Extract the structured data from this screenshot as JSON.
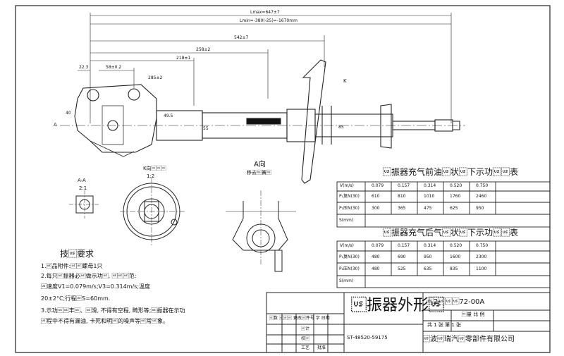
{
  "dimensions": {
    "lmax": "Lmax=647±7",
    "lmin": "Lmin=-380(-25)=-1670mm",
    "d542": "542±7",
    "d258": "258±2",
    "d218": "218±1",
    "d22_3": "22.3",
    "d584": "58±0.2",
    "d285": "285±2",
    "k": "K",
    "a": "A",
    "d40": "40",
    "d49": "49.5",
    "d55": "55",
    "d85": "85"
  },
  "views": {
    "aa_title": "A-A",
    "aa_scale": "2:1",
    "k_title": "K向\u001f\u001f\u001f",
    "k_scale": "1:2",
    "a_title": "A向",
    "a_sub": "移去\u001f簧\u001f"
  },
  "table1": {
    "title": "\u001f振器充气前油\u001f状\u001f下示功\u001f\u001f表",
    "header": [
      "V(m/s)",
      "0.079",
      "0.157",
      "0.314",
      "0.520",
      "0.750"
    ],
    "rows": [
      {
        "label": "P₁复N(30)",
        "values": [
          "610",
          "810",
          "1010",
          "1760",
          "2460"
        ]
      },
      {
        "label": "P₁压N(30)",
        "values": [
          "300",
          "365",
          "475",
          "625",
          "950"
        ]
      },
      {
        "label": "S(mm)",
        "values": [
          "",
          "",
          "",
          "",
          ""
        ]
      }
    ]
  },
  "table2": {
    "title": "\u001f振器充气后气\u001f状\u001f下示功\u001f\u001f表",
    "header": [
      "V(m/s)",
      "0.079",
      "0.157",
      "0.314",
      "0.520",
      "0.750"
    ],
    "rows": [
      {
        "label": "P₁复N(30)",
        "values": [
          "480",
          "690",
          "950",
          "1600",
          "2300"
        ]
      },
      {
        "label": "P₁压N(30)",
        "values": [
          "480",
          "525",
          "635",
          "835",
          "1100"
        ]
      },
      {
        "label": "S(mm)",
        "values": [
          "",
          "",
          "",
          "",
          ""
        ]
      }
    ]
  },
  "requirements": {
    "title": "技\u001f要求",
    "lines": [
      "1.\u001f品附件:\u001f\u001f螺母1只",
      "2.每只\u001f振器必\u001f做示功\u001f, \u001f\u001f\u001f范:",
      "  \u001f速度V1=0.079m/s;V3=0.314m/s;温度",
      "20±2°C;行程\u001fS=60mm.",
      "3.示功\u001f\u001f丰\u001f、\u001f滑, 不得有空程, 畸形等;\u001f振器在示功",
      "\u001f程中不得有漏油, 卡死和明\u001f的噪声等\u001f常\u001f象。"
    ]
  },
  "title_block": {
    "part_name": "\u001f振器外形\u001f",
    "part_no": "\u001f2\u001f\u001f\u001f72-00A",
    "drawing_no": "ST-48520-59175",
    "company": "\u001f波\u001f瑞汽\u001f零部件有限公司",
    "mass_scale": "\u001f量  比 例",
    "sheet": "共  1   张   第 1  张",
    "sig_row": "\u001f数 \u001f\u001f\u001f 更改\u001f件号  字  日期",
    "roles": [
      "\u001f计",
      "校\u001f",
      "工艺",
      "批准"
    ]
  }
}
